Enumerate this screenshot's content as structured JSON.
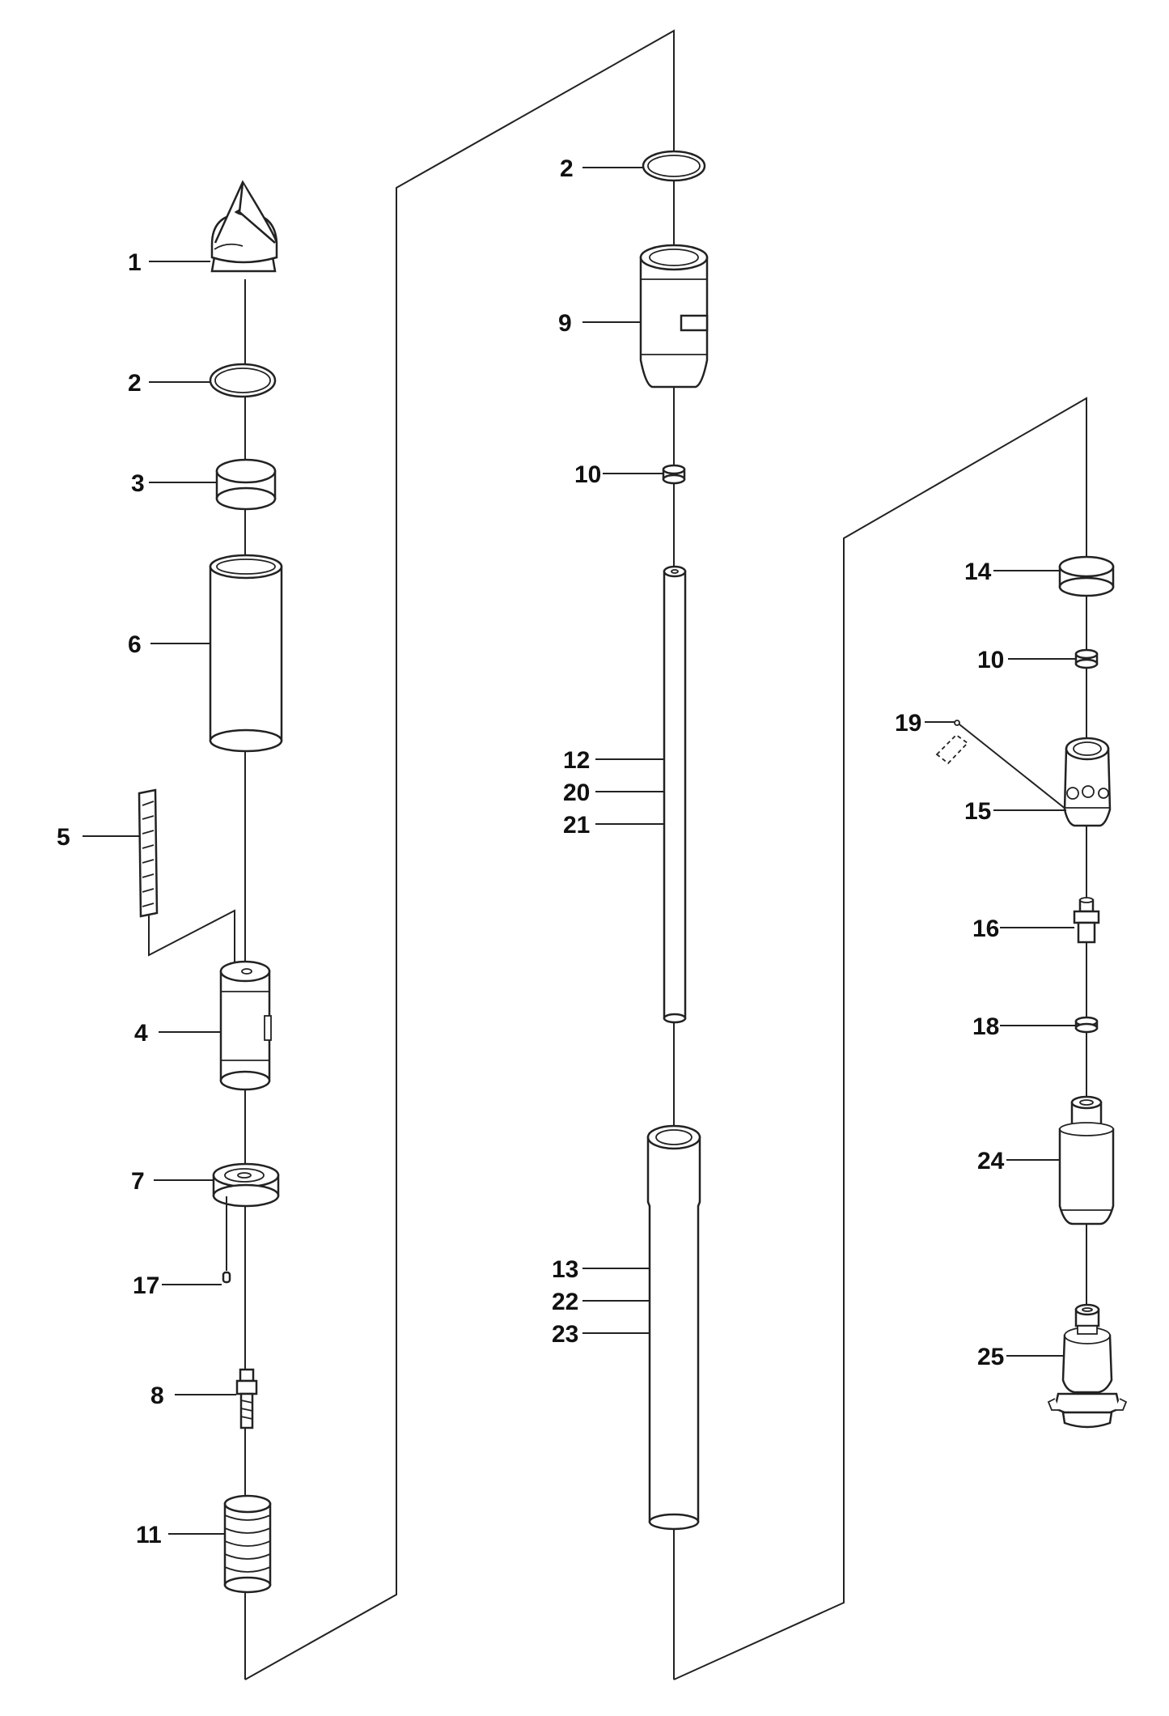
{
  "colors": {
    "ink": "#222222",
    "background": "#ffffff"
  },
  "callouts": [
    {
      "id": "c1",
      "label": "1"
    },
    {
      "id": "c2a",
      "label": "2"
    },
    {
      "id": "c3",
      "label": "3"
    },
    {
      "id": "c6",
      "label": "6"
    },
    {
      "id": "c5",
      "label": "5"
    },
    {
      "id": "c4",
      "label": "4"
    },
    {
      "id": "c7",
      "label": "7"
    },
    {
      "id": "c17",
      "label": "17"
    },
    {
      "id": "c8",
      "label": "8"
    },
    {
      "id": "c11",
      "label": "11"
    },
    {
      "id": "c2b",
      "label": "2"
    },
    {
      "id": "c9",
      "label": "9"
    },
    {
      "id": "c10a",
      "label": "10"
    },
    {
      "id": "c12",
      "label": "12"
    },
    {
      "id": "c20",
      "label": "20"
    },
    {
      "id": "c21",
      "label": "21"
    },
    {
      "id": "c13",
      "label": "13"
    },
    {
      "id": "c22",
      "label": "22"
    },
    {
      "id": "c23",
      "label": "23"
    },
    {
      "id": "c14",
      "label": "14"
    },
    {
      "id": "c10b",
      "label": "10"
    },
    {
      "id": "c19",
      "label": "19"
    },
    {
      "id": "c15",
      "label": "15"
    },
    {
      "id": "c16",
      "label": "16"
    },
    {
      "id": "c18",
      "label": "18"
    },
    {
      "id": "c24",
      "label": "24"
    },
    {
      "id": "c25",
      "label": "25"
    }
  ]
}
